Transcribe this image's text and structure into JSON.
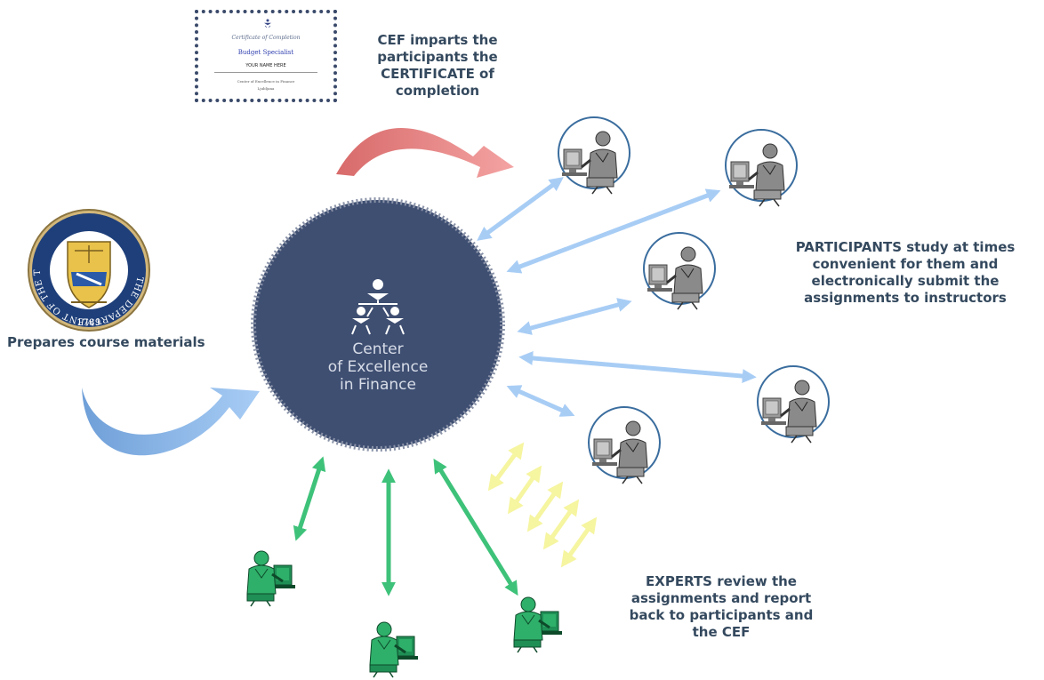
{
  "labels": {
    "certificate_note": "CEF imparts the participants the CERTIFICATE of completion",
    "participants_note": "PARTICIPANTS study at times convenient for them and electronically submit the assignments to instructors",
    "treasury_note": "Prepares course materials",
    "experts_note": "EXPERTS review the assignments and report back to participants and the CEF"
  },
  "center": {
    "line1": "Center",
    "line2": "of Excellence",
    "line3": "in Finance"
  },
  "seal": {
    "ring_text": "THE DEPARTMENT OF THE TREASURY",
    "year": "1789"
  },
  "certificate": {
    "heading": "Certificate of Completion",
    "title": "Budget Specialist",
    "name_placeholder": "YOUR NAME HERE",
    "footer1": "Center of Excellence in Finance",
    "footer2": "Ljubljana"
  },
  "colors": {
    "center_fill": "#3f4f72",
    "participant_arrow": "#a8cdf5",
    "expert_arrow": "#3ec27a",
    "yellow_arrow": "#f6f5a0",
    "label_text": "#34495e"
  },
  "icons": {
    "participant": "person-at-computer-icon",
    "expert": "person-at-computer-icon",
    "network": "org-chart-icon"
  }
}
